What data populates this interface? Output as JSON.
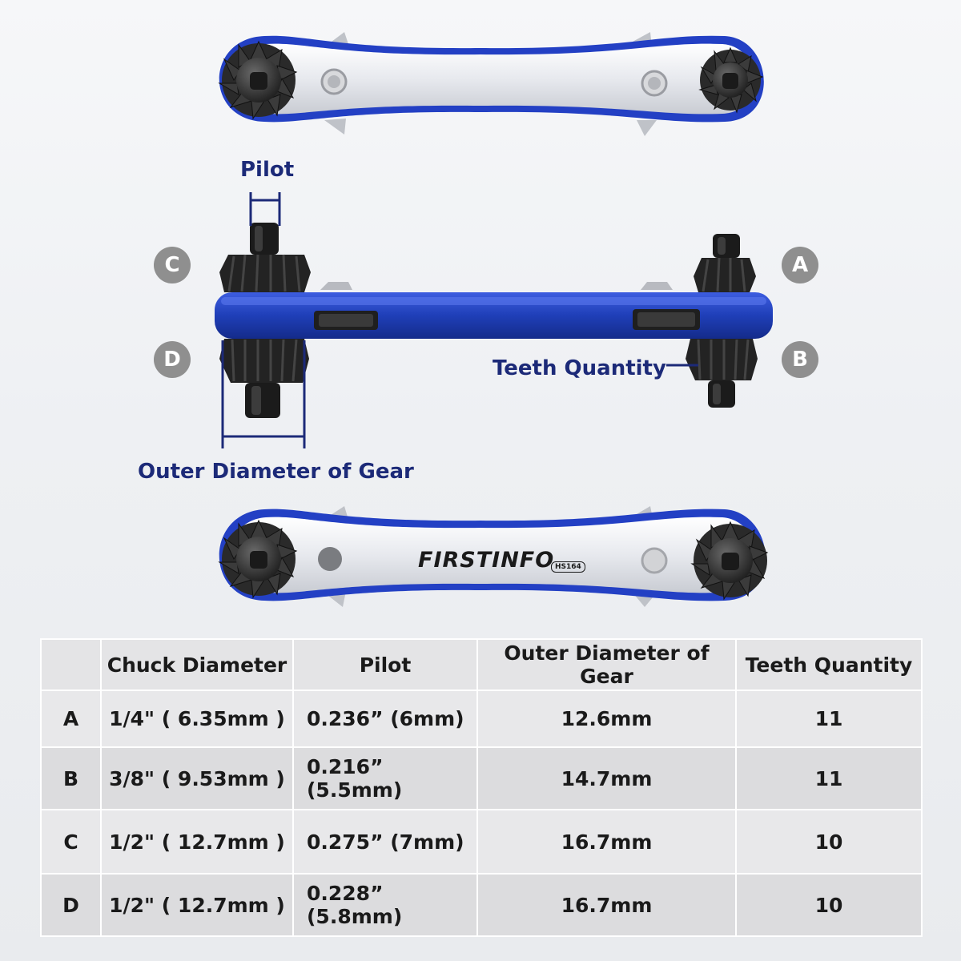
{
  "brand": "FIRSTINFO",
  "model": "HS164",
  "labels": {
    "pilot": "Pilot",
    "outer_diameter": "Outer Diameter of Gear",
    "teeth_quantity": "Teeth Quantity"
  },
  "markers": {
    "a": "A",
    "b": "B",
    "c": "C",
    "d": "D"
  },
  "colors": {
    "handle_blue": "#1f3fb8",
    "label_navy": "#1c2a78",
    "marker_gray": "#8f8f8f"
  },
  "table": {
    "headers": [
      "",
      "Chuck Diameter",
      "Pilot",
      "Outer Diameter of Gear",
      "Teeth Quantity"
    ],
    "rows": [
      [
        "A",
        "1/4\" ( 6.35mm )",
        "0.236” (6mm)",
        "12.6mm",
        "11"
      ],
      [
        "B",
        "3/8\" ( 9.53mm )",
        "0.216” (5.5mm)",
        "14.7mm",
        "11"
      ],
      [
        "C",
        "1/2\" ( 12.7mm )",
        "0.275” (7mm)",
        "16.7mm",
        "10"
      ],
      [
        "D",
        "1/2\" ( 12.7mm )",
        "0.228” (5.8mm)",
        "16.7mm",
        "10"
      ]
    ]
  }
}
